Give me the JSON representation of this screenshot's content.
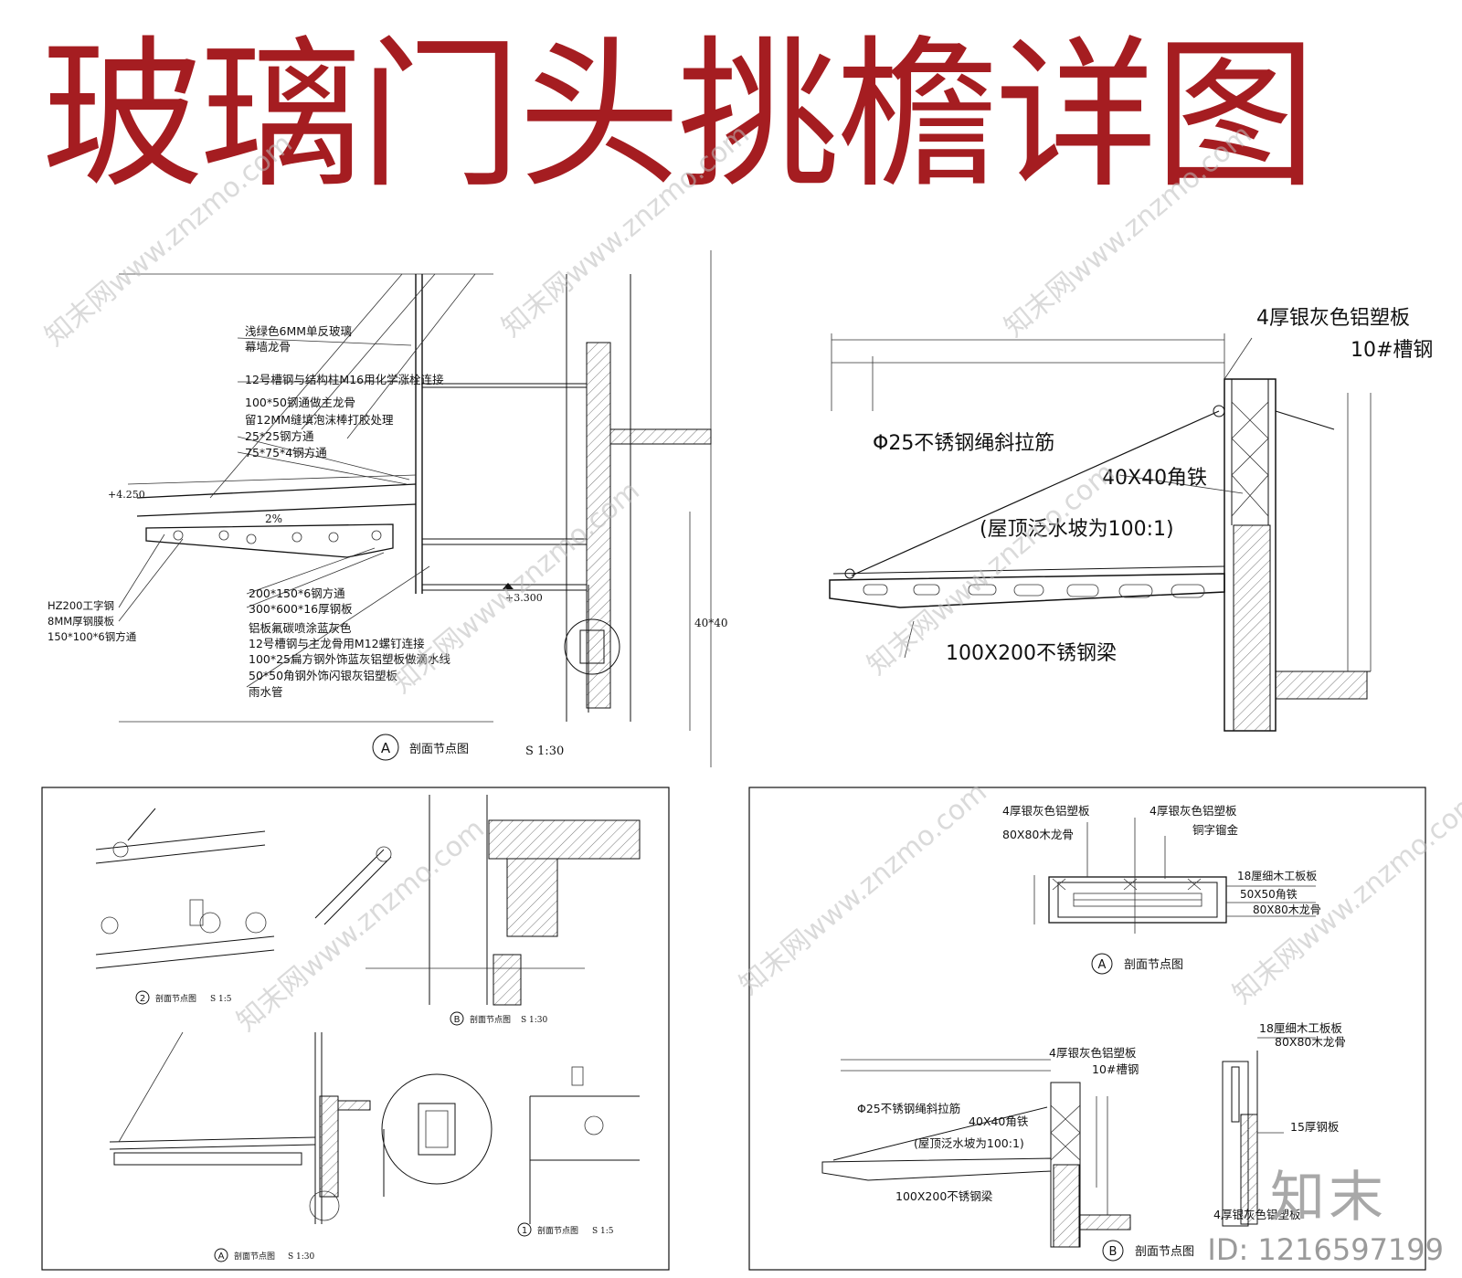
{
  "title": "玻璃门头挑檐详图",
  "watermark": "知末网www.znzmo.com",
  "brand_mark": "知末",
  "id_text": "ID: 1216597199",
  "colors": {
    "title": "#a51d21",
    "lines": "#111111",
    "watermark": "#bdbdbd"
  },
  "panel_a": {
    "labels": [
      "浅绿色6MM单反玻璃",
      "幕墙龙骨",
      "12号槽钢与结构柱M16用化学涨栓连接",
      "100*50钢通做主龙骨",
      "留12MM缝填泡沫棒打胶处理",
      "25*25钢方通",
      "75*75*4钢方通",
      "200*150*6钢方通",
      "300*600*16厚钢板",
      "铝板氟碳喷涂蓝灰色",
      "12号槽钢与主龙骨用M12螺钉连接",
      "100*25扁方钢外饰蓝灰铝塑板做滴水线",
      "50*50角钢外饰闪银灰铝塑板",
      "雨水管",
      "HZ200工字钢",
      "8MM厚钢膜板",
      "150*100*6钢方通"
    ],
    "elev_top": "+4.250",
    "elev_bottom": "+3.300",
    "slope": "2%",
    "side_dim": "40*40",
    "caption_letter": "A",
    "caption": "剖面节点图",
    "scale": "S 1:30"
  },
  "panel_b": {
    "top_label_1": "4厚银灰色铝塑板",
    "top_label_2": "10#槽钢",
    "rod_label": "Φ25不锈钢绳斜拉筋",
    "angle_label": "40X40角铁",
    "slope_label": "(屋顶泛水坡为100:1)",
    "beam_label": "100X200不锈钢梁"
  },
  "panel_c": {
    "captions": [
      "剖面节点图",
      "剖面节点图",
      "剖面节点图",
      "剖面节点图"
    ],
    "scale_1": "S 1:5",
    "scale_2": "S 1:30",
    "scale_3": "S 1:30",
    "scale_4": "S 1:5",
    "circle_2": "2",
    "circle_b": "B",
    "circle_a": "A",
    "circle_1": "1"
  },
  "panel_d": {
    "left_top_1": "4厚银灰色铝塑板",
    "left_top_2": "80X80木龙骨",
    "right_top_1": "4厚银灰色铝塑板",
    "right_top_2": "铜字镏金",
    "right_1": "18厘细木工板板",
    "right_2": "50X50角铁",
    "right_3": "80X80木龙骨",
    "caption_a_letter": "A",
    "caption_a": "剖面节点图",
    "small_top_1": "4厚银灰色铝塑板",
    "small_top_2": "10#槽钢",
    "small_rod": "Φ25不锈钢绳斜拉筋",
    "small_angle": "40X40角铁",
    "small_slope": "(屋顶泛水坡为100:1)",
    "small_beam": "100X200不锈钢梁",
    "wall_1": "18厘细木工板板",
    "wall_2": "80X80木龙骨",
    "wall_3": "15厚钢板",
    "wall_4": "4厚银灰色铝塑板",
    "caption_b_letter": "B",
    "caption_b": "剖面节点图"
  }
}
